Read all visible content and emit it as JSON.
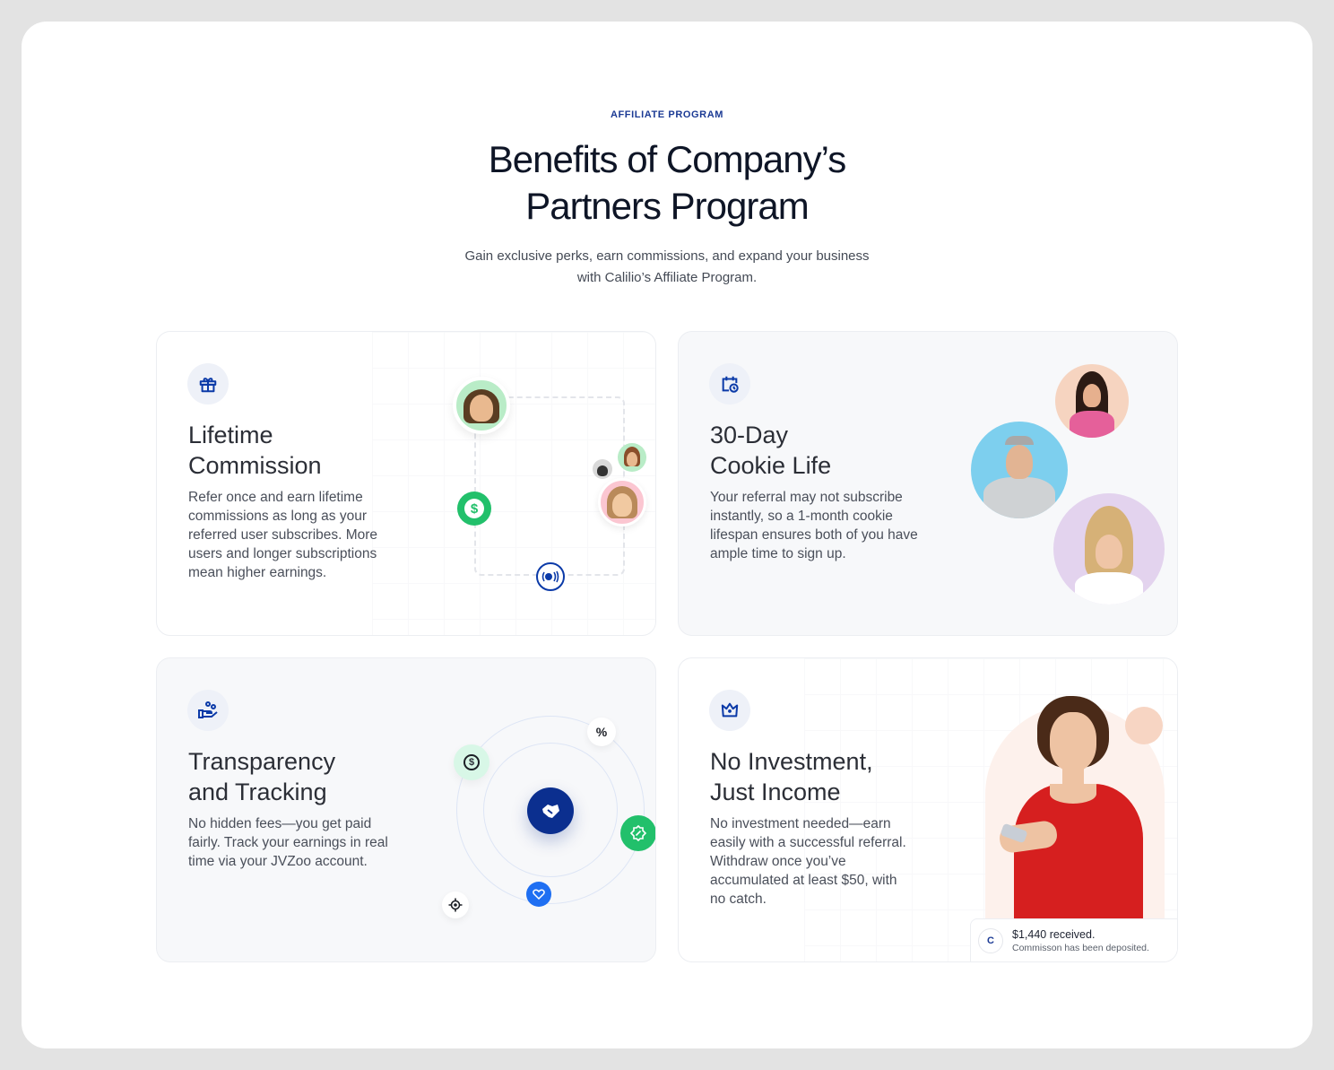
{
  "header": {
    "eyebrow": "AFFILIATE PROGRAM",
    "title_lines": [
      "Benefits of Company’s",
      "Partners Program"
    ],
    "subtitle_lines": [
      "Gain exclusive perks, earn commissions, and expand your business",
      "with Calilio’s Affiliate Program."
    ]
  },
  "colors": {
    "accent": "#1b3a94",
    "navy": "#0b2f8f",
    "green": "#22c06b",
    "light_green": "#d8f7e7",
    "blue": "#1f6ff2",
    "icon_bg": "#eef1f8",
    "card_grey": "#f7f8fa"
  },
  "cards": [
    {
      "icon": "gift-icon",
      "title_lines": [
        "Lifetime",
        "Commission"
      ],
      "desc_lines": [
        "Refer once and earn lifetime",
        "commissions as long as your",
        "referred user subscribes. More",
        "users and longer subscriptions",
        "mean higher earnings."
      ],
      "illustration": {
        "icons": [
          "dollar-icon",
          "signal-icon"
        ],
        "avatars": 4
      }
    },
    {
      "icon": "calendar-clock-icon",
      "title_lines": [
        "30-Day",
        "Cookie Life"
      ],
      "desc_lines": [
        "Your referral may not subscribe",
        "instantly, so a 1-month cookie",
        "lifespan ensures both of you have",
        "ample time to sign up."
      ],
      "illustration": {
        "avatars": 3
      }
    },
    {
      "icon": "hand-coins-icon",
      "title_lines": [
        "Transparency",
        "and Tracking"
      ],
      "desc_lines": [
        "No hidden fees—you get paid",
        "fairly. Track your earnings in real",
        "time via your JVZoo account."
      ],
      "illustration": {
        "center_icon": "handshake-icon",
        "satellites": [
          "dollar-circle-icon",
          "percent-icon",
          "discount-badge-icon",
          "heart-handshake-icon",
          "target-icon"
        ],
        "percent_glyph": "%"
      }
    },
    {
      "icon": "crown-icon",
      "title_lines": [
        "No Investment,",
        "Just Income"
      ],
      "desc_lines": [
        "No investment needed—earn",
        "easily with a successful referral.",
        "Withdraw once you’ve",
        "accumulated at least $50, with",
        "no catch."
      ],
      "notification": {
        "badge": "C",
        "title": "$1,440 received.",
        "subtitle": "Commisson has been deposited."
      }
    }
  ]
}
